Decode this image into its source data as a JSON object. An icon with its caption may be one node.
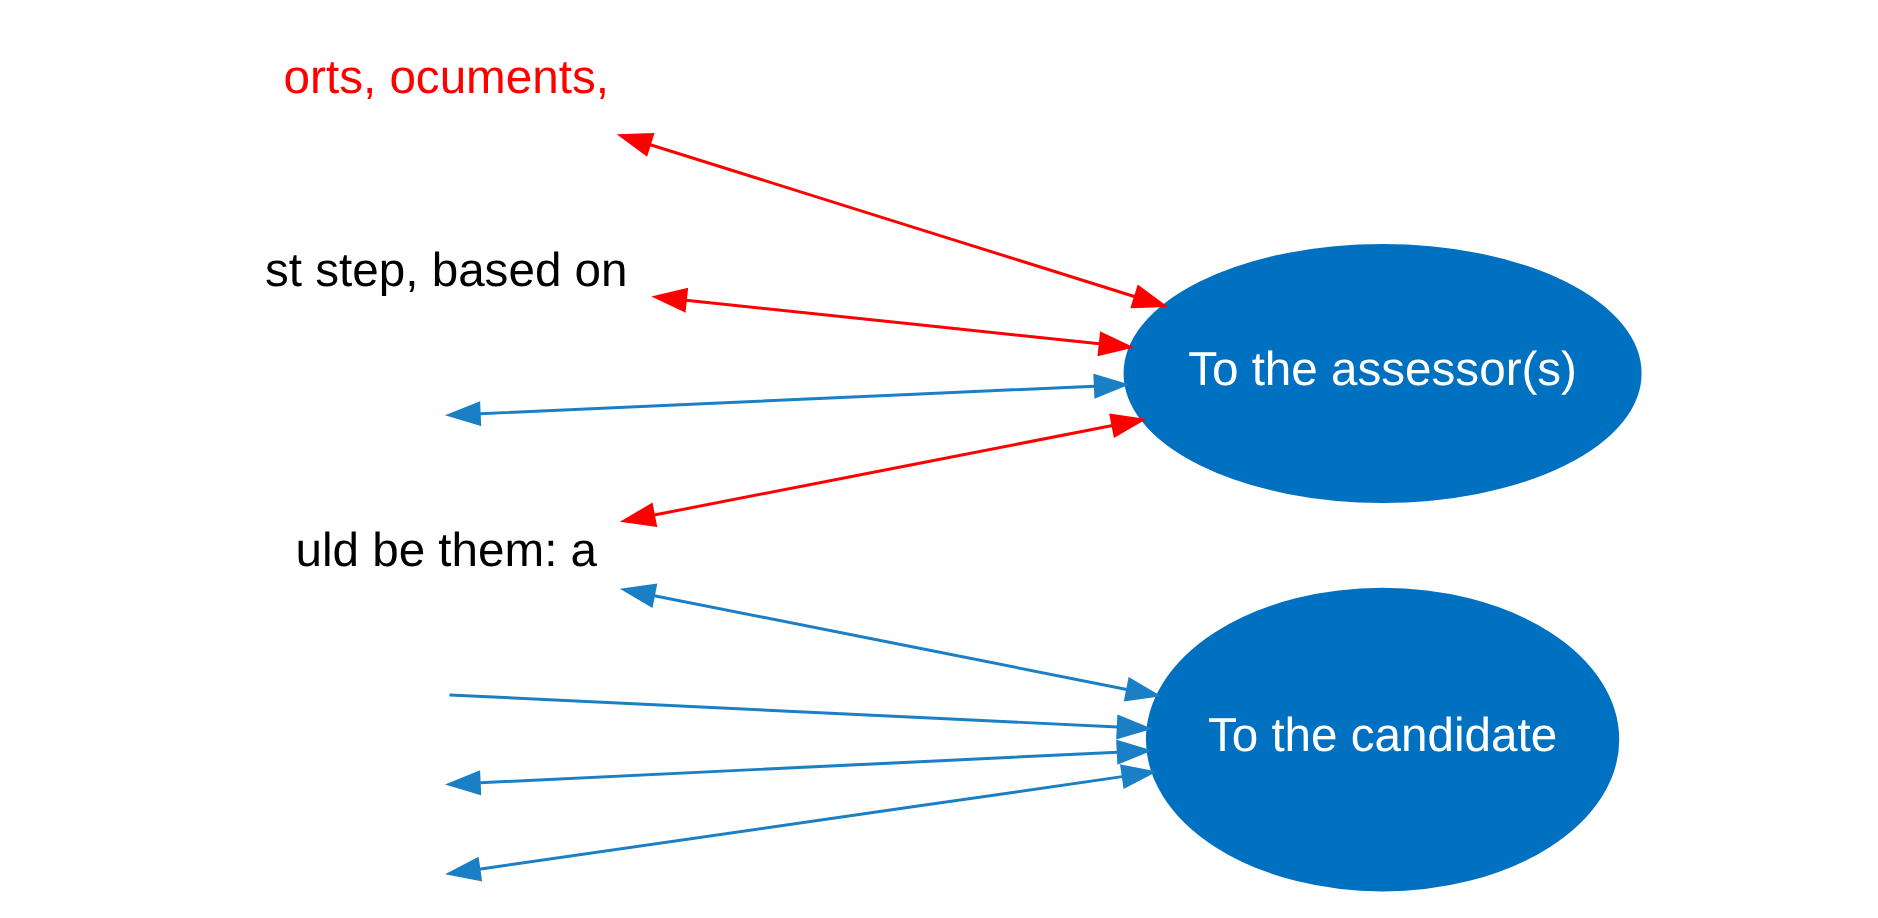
{
  "diagram": {
    "nodes": [
      {
        "text": [
          "uld be them: a"
        ]
      },
      {
        "text": [
          "orts, ocuments,"
        ]
      },
      {
        "text": [
          "st step, based on"
        ]
      },
      {
        "text": [
          "To the assessor(s)"
        ]
      },
      {
        "text": [
          "To the candidate"
        ]
      }
    ],
    "edges": [
      {
        "from": null,
        "to": 4,
        "arrow": "to"
      },
      {
        "from": 0,
        "to": 4,
        "arrow": "both"
      },
      {
        "from": null,
        "to": 4,
        "arrow": "both"
      },
      {
        "from": null,
        "to": 3,
        "arrow": "both"
      },
      {
        "from": 0,
        "to": 3,
        "arrow": "both",
        "color": "#ff0000"
      },
      {
        "from": 1,
        "to": 3,
        "arrow": "both",
        "color": "#ff0000"
      },
      {
        "from": 2,
        "to": 3,
        "arrow": "both",
        "color": "#ff0000"
      },
      {
        "from": null,
        "to": 4,
        "arrow": "both"
      }
    ]
  }
}
